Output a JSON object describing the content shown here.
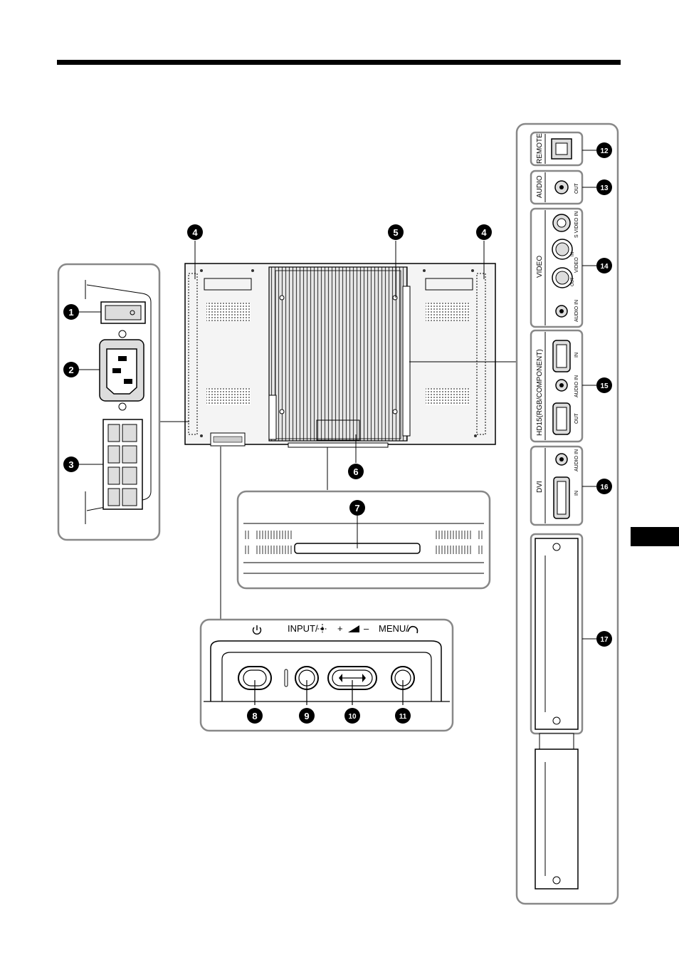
{
  "callouts": [
    "1",
    "2",
    "3",
    "4",
    "4",
    "5",
    "6",
    "7",
    "8",
    "9",
    "10",
    "11",
    "12",
    "13",
    "14",
    "15",
    "16",
    "17"
  ],
  "front_panel": {
    "input_label": "INPUT/",
    "plus": "+",
    "minus": "–",
    "menu_label": "MENU/"
  },
  "connectors": {
    "remote": "REMOTE",
    "audio": "AUDIO",
    "audio_out": "OUT",
    "video": "VIDEO",
    "s_video_in": "S VIDEO IN",
    "video_jack": "VIDEO",
    "video_in": "IN",
    "video_out": "OUT",
    "video_audio_in": "AUDIO IN",
    "hd15": "HD15(RGB/COMPONENT)",
    "hd15_in": "IN",
    "hd15_audio_in": "AUDIO IN",
    "hd15_out": "OUT",
    "dvi": "DVI",
    "dvi_audio_in": "AUDIO IN",
    "dvi_in": "IN"
  },
  "colors": {
    "ink": "#000000",
    "frame": "#888888",
    "panel_fill": "#f2f2f2",
    "callout_bg": "#000000",
    "callout_fg": "#ffffff"
  }
}
